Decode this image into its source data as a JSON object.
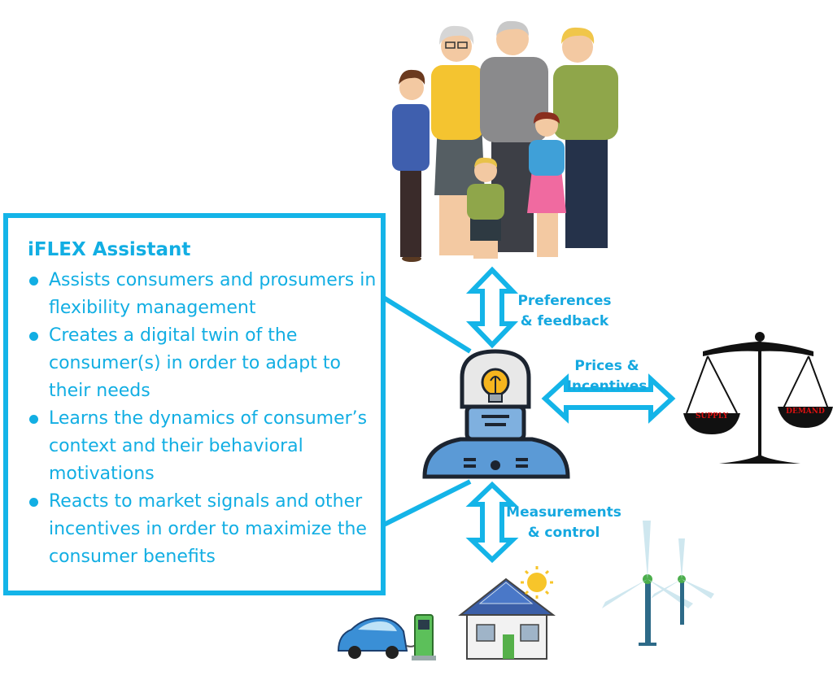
{
  "assistant": {
    "title": "iFLEX Assistant",
    "bullets": [
      "Assists consumers and prosumers in flexibility management",
      "Creates a digital twin of the consumer(s) in order to adapt to their needs",
      "Learns the dynamics of consumer’s context and their behavioral motivations",
      "Reacts to market signals and other incentives in order to maximize the consumer benefits"
    ]
  },
  "labels": {
    "preferences_line1": "Preferences",
    "preferences_line2": "& feedback",
    "prices": "Prices & Incentives",
    "measurements_line1": "Measurements",
    "measurements_line2": "& control"
  },
  "scale": {
    "supply": "SUPPLY",
    "demand": "DEMAND"
  },
  "colors": {
    "accent": "#14b4e8",
    "label": "#15a8e0",
    "robot": "#4f8fd0"
  },
  "icons": [
    "family-illustration",
    "robot-assistant-icon",
    "lightbulb-icon",
    "balance-scale-icon",
    "electric-car-icon",
    "charging-station-icon",
    "house-solar-icon",
    "sun-icon",
    "wind-turbine-icon"
  ]
}
